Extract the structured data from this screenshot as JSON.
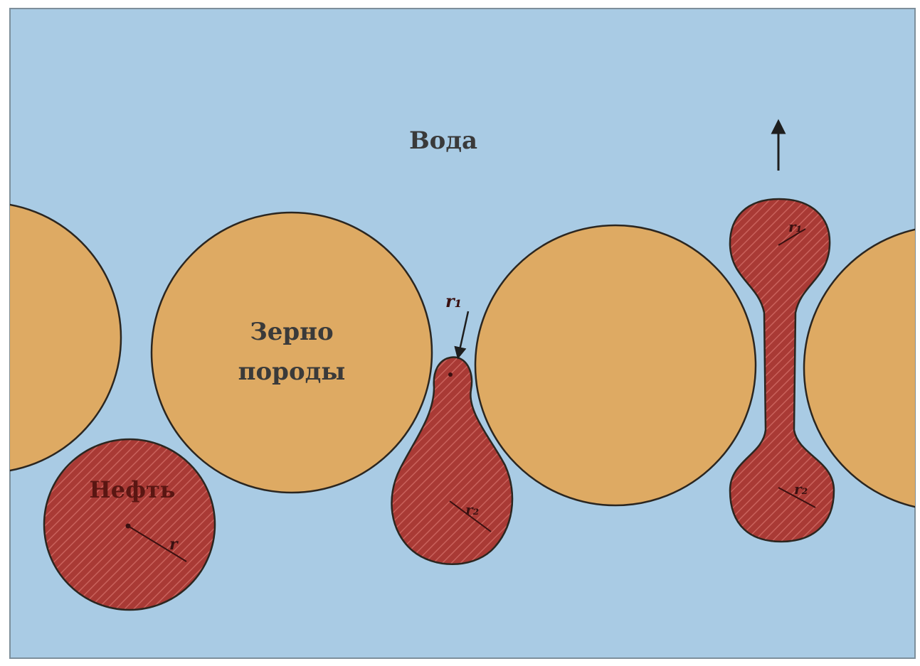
{
  "labels": {
    "water": "Вода",
    "grain_line1": "Зерно",
    "grain_line2": "породы",
    "oil": "Нефть"
  },
  "symbols": {
    "radius": "r",
    "radius_1": "r₁",
    "radius_2": "r₂"
  },
  "colors": {
    "water": "#a9cbe4",
    "grain": "#deaa63",
    "oil": "#a93a35",
    "outline": "#2b2620"
  }
}
